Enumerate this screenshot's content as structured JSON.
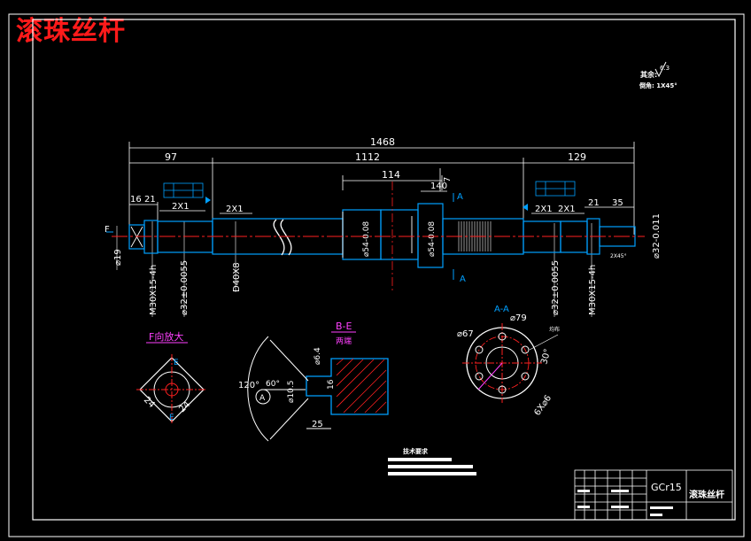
{
  "title": "滚珠丝杆",
  "note": {
    "other_label": "其余:",
    "roughness": "6.3",
    "chamfer": "倒角: 1X45°"
  },
  "dims": {
    "total": "1468",
    "left": "97",
    "mid": "1112",
    "right": "129",
    "d114": "114",
    "d140": "140",
    "d7": "7",
    "d16": "16",
    "d21": "21",
    "d2x1a": "2X1",
    "d2x1b": "2X1",
    "d2x1c": "2X1",
    "d2x1d": "2X1",
    "d21r": "21",
    "d35": "35",
    "phi19": "⌀19",
    "m30a": "M30X15-4h",
    "phi32a": "⌀32±0.0055",
    "d40x8": "D40X8",
    "phi54a": "⌀54-0.08",
    "phi54b": "⌀54-0.08",
    "phi32b": "⌀32±0.0055",
    "m30b": "M30X15-4h",
    "phi30": "⌀32-0.011",
    "chamfer_small": "2X45°",
    "sec_a": "A",
    "sec_a2": "A",
    "label_f": "F"
  },
  "views": {
    "f_title": "F向放大",
    "e_top": "E",
    "e_bottom": "E",
    "d24a": "24",
    "d24b": "24",
    "be_title": "B-E",
    "be_sub": "两端",
    "a120": "120°",
    "a60": "60°",
    "phi64": "⌀6.4",
    "phi105": "⌀10.5",
    "d16v": "16",
    "d25": "25",
    "circle_a": "A",
    "aa_title": "A-A",
    "phi79": "⌀79",
    "phi67": "⌀67",
    "d30": "30°",
    "holes": "6X⌀6",
    "small_note": "均布"
  },
  "tech": {
    "title": "技术要求"
  },
  "titleblock": {
    "material": "GCr15",
    "part_name": "滚珠丝杆"
  },
  "colors": {
    "bg": "#000000",
    "frame": "#ffffff",
    "outline": "#00a0ff",
    "center": "#ff2020",
    "dim": "#ffffff",
    "accent": "#00e000",
    "yellow": "#ffff00",
    "magenta": "#ff40ff",
    "title_red": "#ff1a1a"
  }
}
